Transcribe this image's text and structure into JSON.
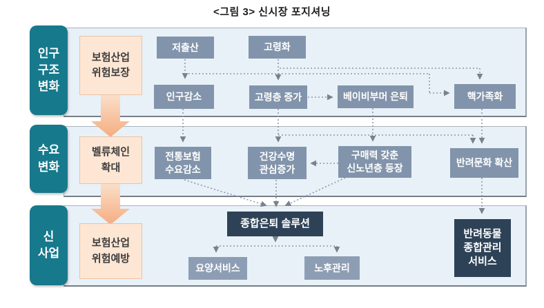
{
  "title": "<그림 3> 신시장 포지셔닝",
  "rows": {
    "row1": {
      "label": "인구\n구조\n변화",
      "strategy": "보험산업\n위험보장",
      "boxes": {
        "low_birthrate": "저출산",
        "aging": "고령화",
        "population_decline": "인구감소",
        "elderly_increase": "고령층 증가",
        "babyboomer_retirement": "베이비부머 은퇴",
        "nuclear_familization": "핵가족화"
      }
    },
    "row2": {
      "label": "수요\n변화",
      "strategy": "벨류체인\n확대",
      "boxes": {
        "traditional_demand_decrease": "전통보험\n수요감소",
        "healthy_life_interest": "건강수명\n관심증가",
        "new_senior_emergence": "구매력 갖춘\n신노년층 등장",
        "pet_culture_spread": "반려문화 확산"
      }
    },
    "row3": {
      "label": "신\n사업",
      "strategy": "보험산업\n위험예방",
      "boxes": {
        "retirement_solution": "종합은퇴 솔루션",
        "care_service": "요양서비스",
        "senior_management": "노후관리",
        "pet_total_care": "반려동물\n종합관리\n서비스"
      }
    }
  },
  "colors": {
    "teal": "#16798c",
    "panel_bg": "#e8f1f8",
    "peach_box_bg": "#fde6d4",
    "peach_box_border": "#e9c3a6",
    "gray_blue_box": "#8294ab",
    "light_gray_blue_box": "#8d9eb4",
    "navy_box": "#2e4257",
    "connector": "#8e98a4",
    "arrow_gradient_top": "#fbdfca",
    "arrow_gradient_bottom": "#f4ad80"
  }
}
